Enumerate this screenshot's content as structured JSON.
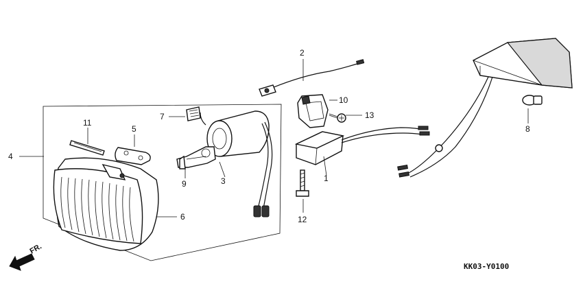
{
  "diagram": {
    "drawing_code": "KK03-Y0100",
    "direction_label": "FR.",
    "colors": {
      "ink": "#111111",
      "paper": "#ffffff",
      "shade": "#d9d9d9"
    },
    "callouts": [
      {
        "id": "c1",
        "label": "1"
      },
      {
        "id": "c2",
        "label": "2"
      },
      {
        "id": "c3",
        "label": "3"
      },
      {
        "id": "c4",
        "label": "4"
      },
      {
        "id": "c5",
        "label": "5"
      },
      {
        "id": "c6",
        "label": "6"
      },
      {
        "id": "c7",
        "label": "7"
      },
      {
        "id": "c8",
        "label": "8"
      },
      {
        "id": "c9",
        "label": "9"
      },
      {
        "id": "c10",
        "label": "10"
      },
      {
        "id": "c11",
        "label": "11"
      },
      {
        "id": "c12",
        "label": "12"
      },
      {
        "id": "c13",
        "label": "13"
      }
    ]
  }
}
